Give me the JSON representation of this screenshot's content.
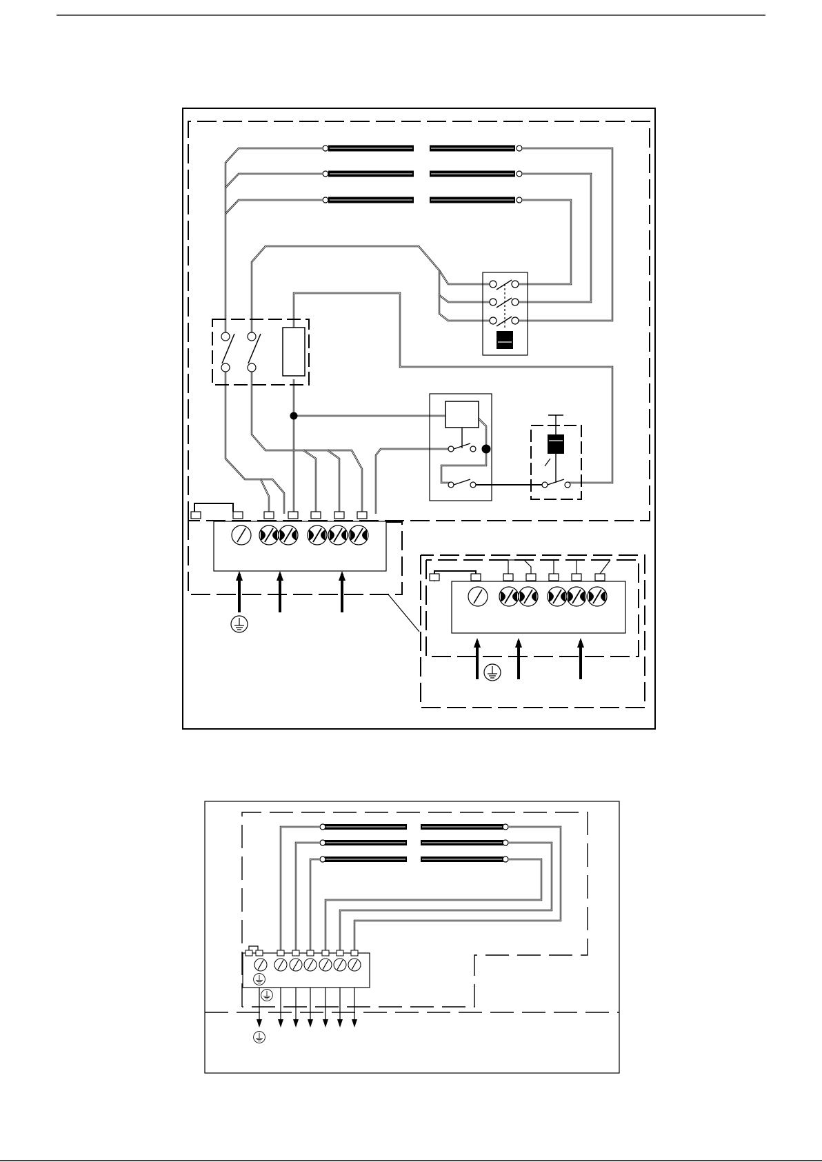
{
  "title": "",
  "sheet": {
    "top_rule": true,
    "bottom_rule": true
  },
  "diagrams": [
    {
      "name": "upper-wiring-diagram",
      "components": [
        "heating-elements-x6",
        "double-pole-switch",
        "indicator-lamp",
        "selector-switch",
        "control-relay",
        "thermostat",
        "terminal-block",
        "terminal-block-detail"
      ],
      "symbols": [
        "ground-symbol",
        "ground-symbol"
      ]
    },
    {
      "name": "lower-wiring-diagram",
      "components": [
        "heating-elements-x6",
        "terminal-block"
      ],
      "symbols": [
        "ground-symbol",
        "ground-symbol",
        "ground-symbol"
      ]
    }
  ],
  "colors": {
    "ink": "#000000",
    "paper": "#ffffff"
  }
}
